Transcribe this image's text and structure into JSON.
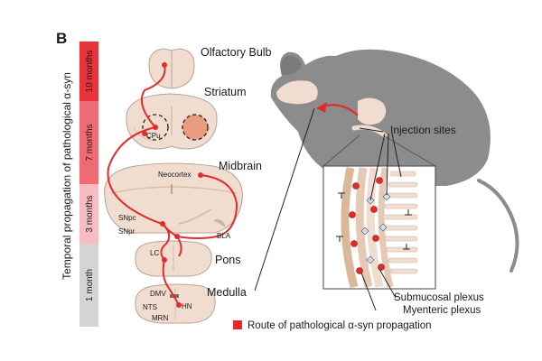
{
  "panel_letter": "B",
  "axis_title": "Temporal propagation of pathological α-syn",
  "timeline": [
    {
      "label": "10 months",
      "color": "#e8333a"
    },
    {
      "label": "7 months",
      "color": "#ef6b73"
    },
    {
      "label": "3 months",
      "color": "#f6bcc1"
    },
    {
      "label": "1 month",
      "color": "#d4d4d4"
    }
  ],
  "brain_regions": {
    "olfactory_bulb": "Olfactory Bulb",
    "striatum": "Striatum",
    "cpu": "CPu",
    "midbrain": "Midbrain",
    "neocortex": "Neocortex",
    "snpc": "SNpc",
    "snpr": "SNpr",
    "bla": "BLA",
    "lc": "LC",
    "pons": "Pons",
    "medulla": "Medulla",
    "dmv": "DMV",
    "nts": "NTS",
    "hn": "HN",
    "mrn": "MRN"
  },
  "mouse_labels": {
    "injection_sites": "Injection sites",
    "submucosal_plexus": "Submucosal plexus",
    "myenteric_plexus": "Myenteric plexus"
  },
  "legend": {
    "label": "Route of pathological α-syn propagation",
    "color": "#e32b2b"
  },
  "colors": {
    "tissue": "#f1ddd0",
    "tissue_dark": "#e2c4b1",
    "mouse": "#8c8c8c",
    "route": "#e32b2b"
  }
}
